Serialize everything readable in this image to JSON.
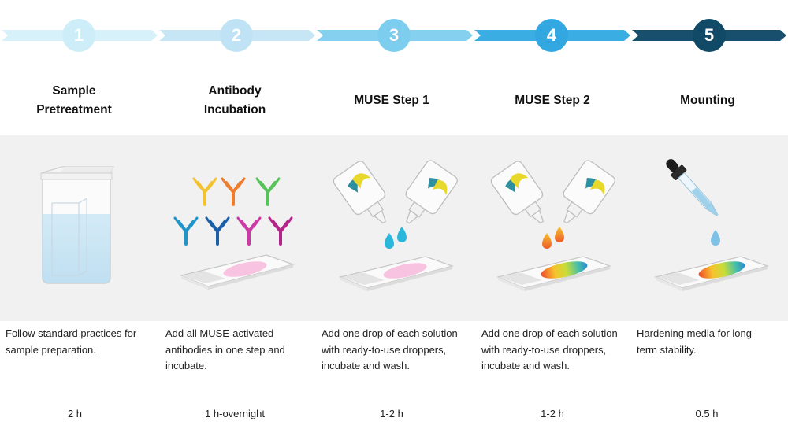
{
  "steps": [
    {
      "number": "1",
      "title_line1": "Sample",
      "title_line2": "Pretreatment",
      "description": [
        "Follow standard practices for",
        "sample preparation."
      ],
      "duration": "2 h",
      "color": "#cdeef8"
    },
    {
      "number": "2",
      "title_line1": "Antibody",
      "title_line2": "Incubation",
      "description": [
        "Add all MUSE-activated",
        "antibodies in one step and",
        "incubate."
      ],
      "duration": "1 h-overnight",
      "color": "#bfe3f4"
    },
    {
      "number": "3",
      "title_line1": "MUSE Step 1",
      "title_line2": "",
      "description": [
        "Add one drop of each solution",
        "with ready-to-use droppers,",
        "incubate and wash."
      ],
      "duration": "1-2 h",
      "color": "#7ccdee"
    },
    {
      "number": "4",
      "title_line1": "MUSE Step 2",
      "title_line2": "",
      "description": [
        "Add one drop of each solution",
        "with ready-to-use droppers,",
        "incubate and wash."
      ],
      "duration": "1-2 h",
      "color": "#33a8e0"
    },
    {
      "number": "5",
      "title_line1": "Mounting",
      "title_line2": "",
      "description": [
        "Hardening media for long",
        "term stability."
      ],
      "duration": "0.5 h",
      "color": "#114a66"
    }
  ],
  "antibody_colors": [
    "#f2c230",
    "#ef7d2e",
    "#58c25a",
    "#1f95c9",
    "#1b5fa8",
    "#cc3aa6",
    "#b5248a"
  ],
  "drop_color": "#2bb6dc"
}
